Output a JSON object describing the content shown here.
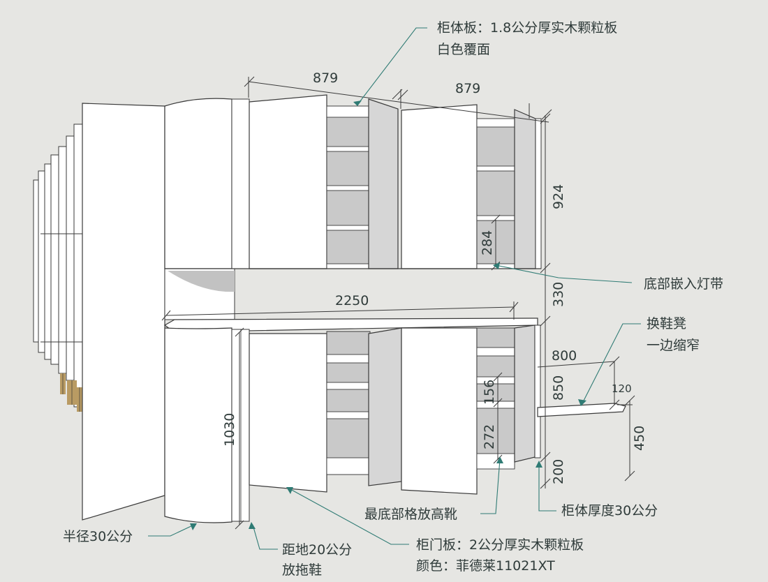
{
  "colors": {
    "background": "#e6e6e3",
    "panel_fill": "#ffffff",
    "panel_stroke": "#3a3a3a",
    "shadow": "#c2c2c2",
    "annotation": "#2f7b74",
    "wood": "#b99b63"
  },
  "dimensions": {
    "upper_left_width": "879",
    "upper_right_width": "879",
    "upper_height": "924",
    "inner_shelf": "284",
    "gap_height": "330",
    "total_width": "2250",
    "bench_width": "800",
    "lower_height": "850",
    "bench_step": "120",
    "bench_height": "450",
    "lower_shelf_a": "156",
    "lower_shelf_b": "272",
    "plinth": "200",
    "left_height": "1030"
  },
  "callouts": {
    "board_line1": "柜体板：1.8公分厚实木颗粒板",
    "board_line2": "白色覆面",
    "led_strip": "底部嵌入灯带",
    "bench_line1": "换鞋凳",
    "bench_line2": "一边缩窄",
    "cabinet_depth": "柜体厚度30公分",
    "boots": "最底部格放高靴",
    "radius": "半径30公分",
    "floor_line1": "距地20公分",
    "floor_line2": "放拖鞋",
    "door_line1": "柜门板：2公分厚实木颗粒板",
    "door_line2": "颜色：菲德莱11021XT"
  }
}
